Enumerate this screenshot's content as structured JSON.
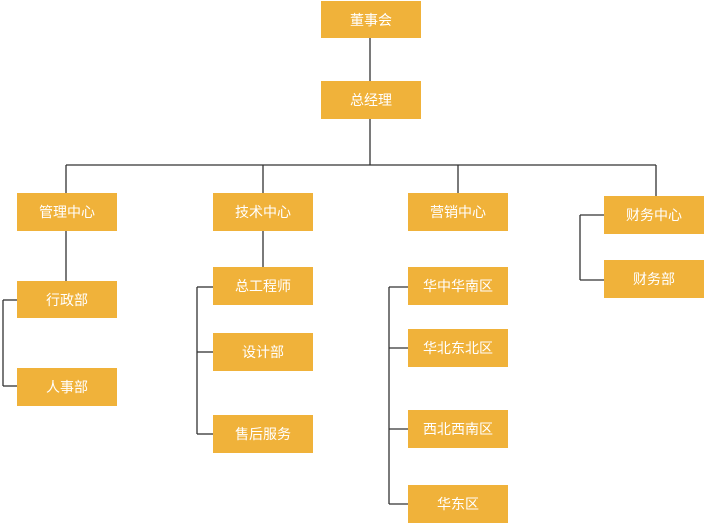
{
  "colors": {
    "box_fill": "#F0B23A",
    "box_text": "#ffffff",
    "connector": "#333333",
    "background": "#ffffff"
  },
  "nodes": {
    "board": "董事会",
    "gm": "总经理",
    "mgmt_center": "管理中心",
    "admin_dept": "行政部",
    "hr_dept": "人事部",
    "tech_center": "技术中心",
    "chief_engineer": "总工程师",
    "design_dept": "设计部",
    "after_sales": "售后服务",
    "marketing_center": "营销中心",
    "central_south": "华中华南区",
    "north_northeast": "华北东北区",
    "northwest_southwest": "西北西南区",
    "east_china": "华东区",
    "finance_center": "财务中心",
    "finance_dept": "财务部"
  }
}
